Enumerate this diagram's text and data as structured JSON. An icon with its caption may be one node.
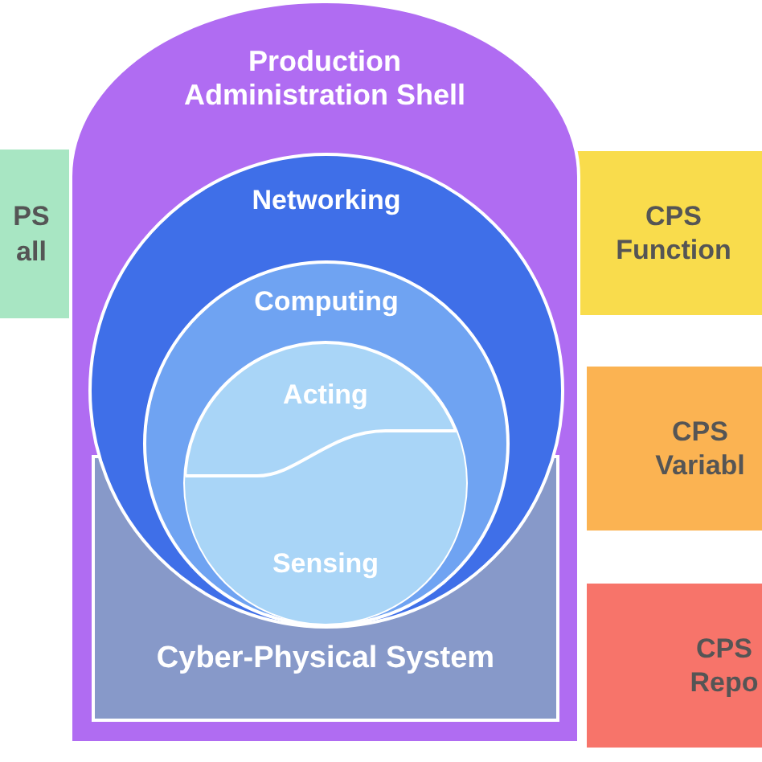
{
  "diagram": {
    "nodes": [
      {
        "text": [
          "Production Administration Shell"
        ]
      },
      {
        "text": [
          "Cyber-Physical System"
        ],
        "in": 0
      },
      {
        "text": [
          "Networking"
        ],
        "in": 0
      },
      {
        "text": [
          "Computing"
        ],
        "in": 2
      },
      {
        "text": [
          "Acting"
        ],
        "in": 3
      },
      {
        "text": [
          "Sensing"
        ],
        "in": 4
      },
      {
        "text": [
          "PS all"
        ]
      },
      {
        "text": [
          "CPS Function"
        ]
      },
      {
        "text": [
          "CPS Variabl"
        ]
      },
      {
        "text": [
          "CPS Repo"
        ]
      }
    ]
  }
}
